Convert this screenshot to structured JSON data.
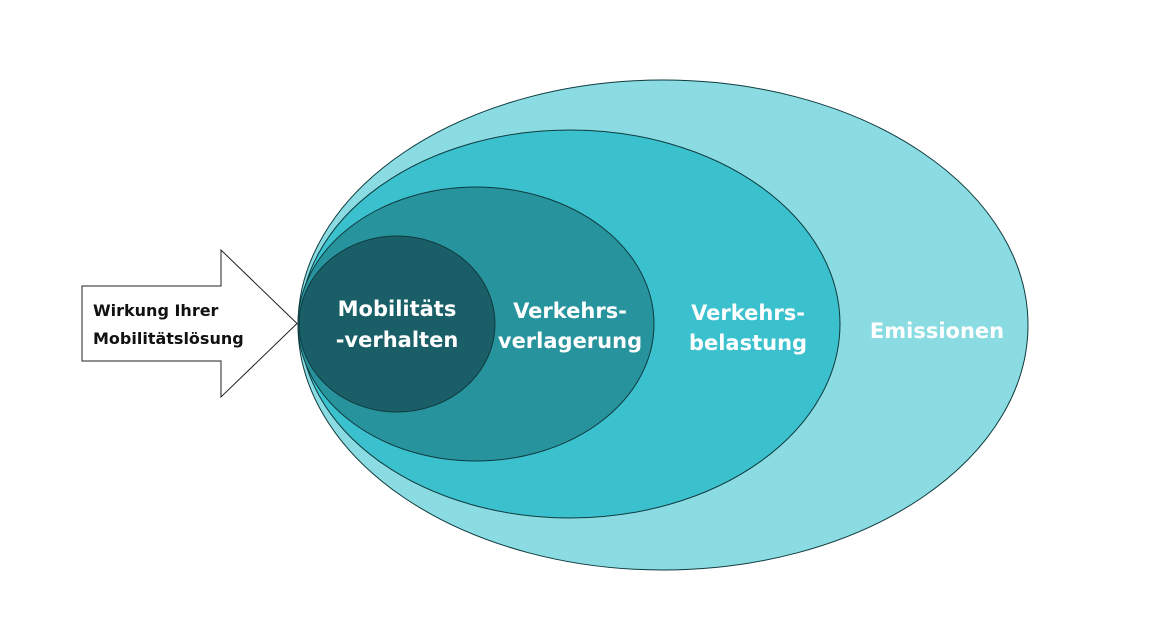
{
  "diagram": {
    "arrow": {
      "line1": "Wirkung Ihrer",
      "line2": "Mobilitätslösung"
    },
    "circles": [
      {
        "line1": "Emissionen",
        "line2": "",
        "color": "#8ADCE2"
      },
      {
        "line1": "Verkehrs-",
        "line2": "belastung",
        "color": "#3BC1CE"
      },
      {
        "line1": "Verkehrs-",
        "line2": "verlagerung",
        "color": "#27939D"
      },
      {
        "line1": "Mobilitäts",
        "line2": "-verhalten",
        "color": "#1A5F67"
      }
    ],
    "stroke_color": "#0E3A3E"
  }
}
